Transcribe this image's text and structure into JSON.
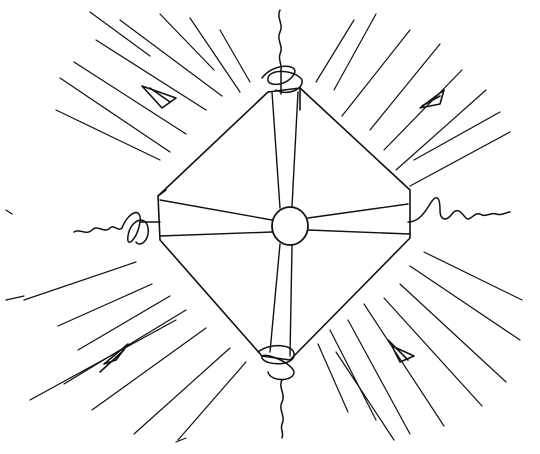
{
  "drawing": {
    "ink_color": "#111111",
    "paper_color": "#ffffff",
    "elements": [
      "diamond-outline",
      "central-circle",
      "inner-cross-rays",
      "wave-squiggles",
      "radiating-lines",
      "arrow-heads"
    ]
  }
}
